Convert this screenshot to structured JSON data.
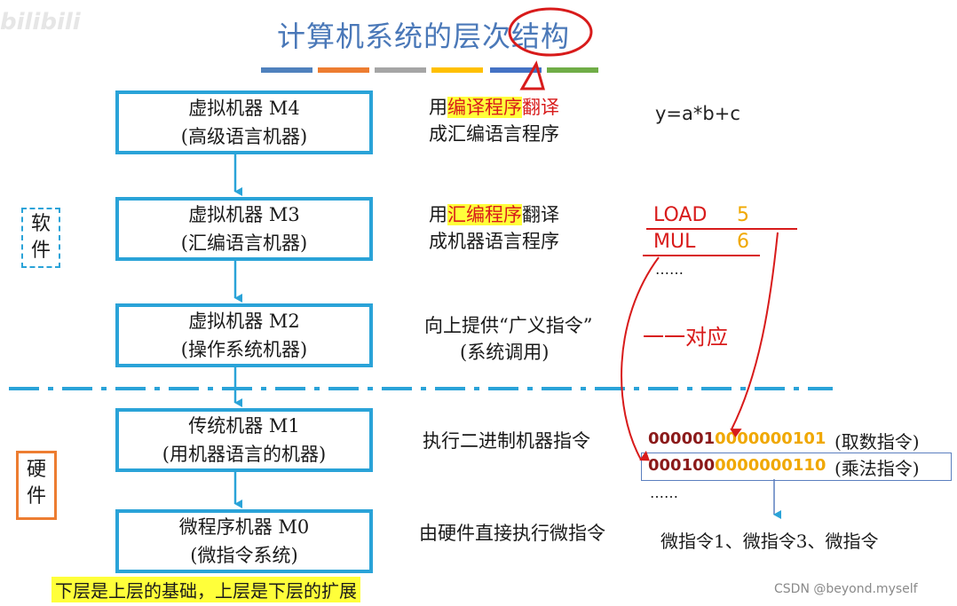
{
  "title": "计算机系统的层次结构",
  "title_bar_colors": [
    "#4f81bd",
    "#ed7d31",
    "#a5a5a5",
    "#ffc000",
    "#4472c4",
    "#70ad47"
  ],
  "watermark_top": "bilibili",
  "levels": [
    {
      "line1": "虚拟机器 M4",
      "line2": "(高级语言机器)"
    },
    {
      "line1": "虚拟机器 M3",
      "line2": "(汇编语言机器)"
    },
    {
      "line1": "虚拟机器 M2",
      "line2": "(操作系统机器)"
    },
    {
      "line1": "传统机器 M1",
      "line2": "(用机器语言的机器)"
    },
    {
      "line1": "微程序机器 M0",
      "line2": "(微指令系统)"
    }
  ],
  "side_labels": {
    "software": "软\n件",
    "hardware": "硬\n件"
  },
  "descriptions": {
    "m4": {
      "pre": "用",
      "hl": "编译程序",
      "post": "翻译",
      "line2": "成汇编语言程序"
    },
    "m3": {
      "pre": "用",
      "hl": "汇编程序",
      "post": "翻译",
      "line2": "成机器语言程序"
    },
    "m2": {
      "line1": "向上提供“广义指令”",
      "line2": "(系统调用)"
    },
    "m1": {
      "line1": "执行二进制机器指令"
    },
    "m0": {
      "line1": "由硬件直接执行微指令"
    }
  },
  "examples": {
    "formula": "y=a*b+c",
    "asm": [
      {
        "op": "LOAD",
        "arg": "5"
      },
      {
        "op": "MUL",
        "arg": "6"
      }
    ],
    "asm_more": "……",
    "mapping": "一一对应",
    "binary": [
      {
        "op": "000001",
        "addr": "0000000101",
        "note": "(取数指令)"
      },
      {
        "op": "000100",
        "addr": "0000000110",
        "note": "(乘法指令)"
      }
    ],
    "binary_more": "……",
    "micro": "微指令1、微指令3、微指令"
  },
  "footer": "下层是上层的基础，上层是下层的扩展",
  "credit": "CSDN @beyond.myself"
}
